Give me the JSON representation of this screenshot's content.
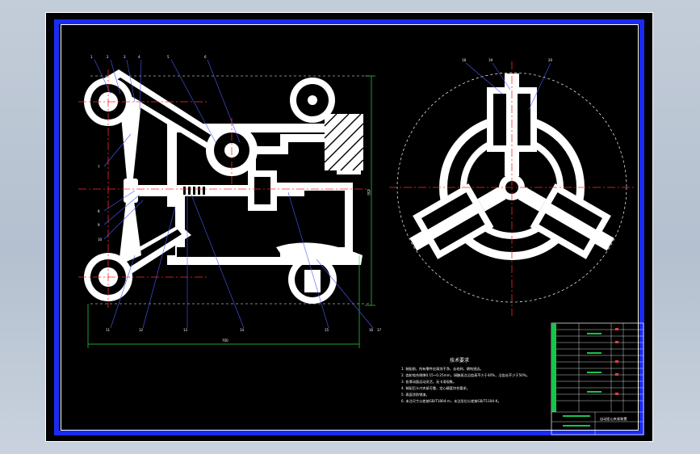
{
  "drawing": {
    "callouts_left": [
      "1",
      "2",
      "3",
      "4",
      "5",
      "6",
      "7",
      "8",
      "9",
      "10",
      "11",
      "12",
      "13",
      "14",
      "15",
      "16",
      "17"
    ],
    "callouts_right": [
      "18",
      "19",
      "20"
    ],
    "dim_width": "700",
    "dim_height": "450",
    "notes_title": "技术要求",
    "notes": [
      "1. 装配前，所有零件应清洗干净，去毛刺，倒钝锐边。",
      "2. 齿轮啮合侧隙0.15~0.25mm，接触斑点沿齿高不少于40%，沿齿长不少于50%。",
      "3. 各滑动面运动灵活，无卡滞现象。",
      "4. 装配后卡爪夹紧可靠，定心精度符合要求。",
      "5. 表面涂防锈漆。",
      "6. 未注尺寸公差按GB/T1804-m，未注形位公差按GB/T1184-K。"
    ],
    "title_block_name": "自动定心夹紧装置"
  },
  "colors": {
    "sheet": "#000000",
    "frame": "#1a2cf2",
    "lines": "#ffffff",
    "centerline": "#ff2a2a",
    "dimension": "#2bd94a",
    "leader": "#4c5bff",
    "title_green": "#19c44a",
    "title_red": "#ff3a3a"
  }
}
